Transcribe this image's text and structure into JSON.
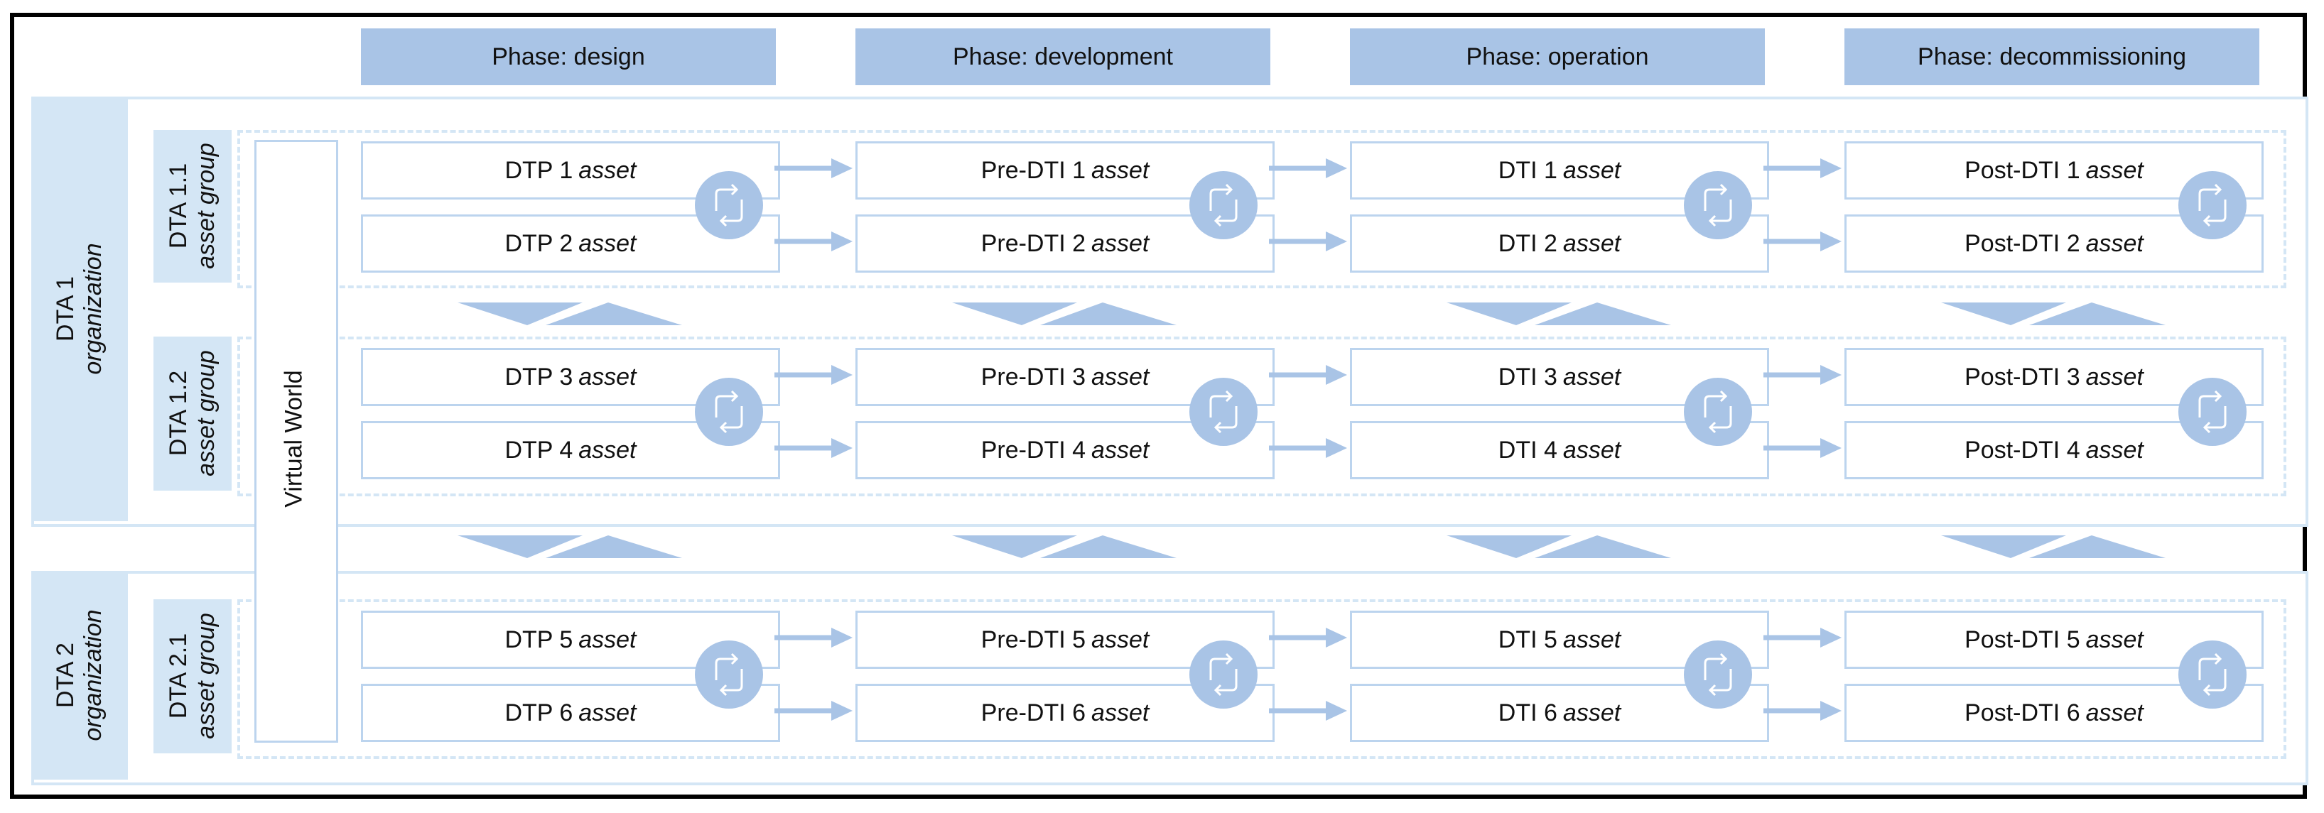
{
  "phases": [
    "Phase: design",
    "Phase: development",
    "Phase: operation",
    "Phase: decommissioning"
  ],
  "organizations": [
    {
      "name": "DTA 1",
      "role": "organization"
    },
    {
      "name": "DTA 2",
      "role": "organization"
    }
  ],
  "asset_groups": [
    {
      "name": "DTA 1.1",
      "role": "asset group"
    },
    {
      "name": "DTA 1.2",
      "role": "asset group"
    },
    {
      "name": "DTA 2.1",
      "role": "asset group"
    }
  ],
  "virtual_world": "Virtual World",
  "asset_word": "asset",
  "rows": [
    [
      "DTP 1",
      "Pre-DTI 1",
      "DTI 1",
      "Post-DTI 1"
    ],
    [
      "DTP 2",
      "Pre-DTI 2",
      "DTI 2",
      "Post-DTI 2"
    ],
    [
      "DTP 3",
      "Pre-DTI 3",
      "DTI 3",
      "Post-DTI 3"
    ],
    [
      "DTP 4",
      "Pre-DTI 4",
      "DTI 4",
      "Post-DTI 4"
    ],
    [
      "DTP 5",
      "Pre-DTI 5",
      "DTI 5",
      "Post-DTI 5"
    ],
    [
      "DTP 6",
      "Pre-DTI 6",
      "DTI 6",
      "Post-DTI 6"
    ]
  ],
  "colors": {
    "band": "#d4e6f5",
    "accent": "#a9c4e6",
    "box_border": "#bcd4ee",
    "frame": "#000000"
  },
  "icons": {
    "sync": "sync-cycle-icon",
    "arrow": "arrow-right-icon",
    "transfer": "transfer-shape-icon"
  }
}
